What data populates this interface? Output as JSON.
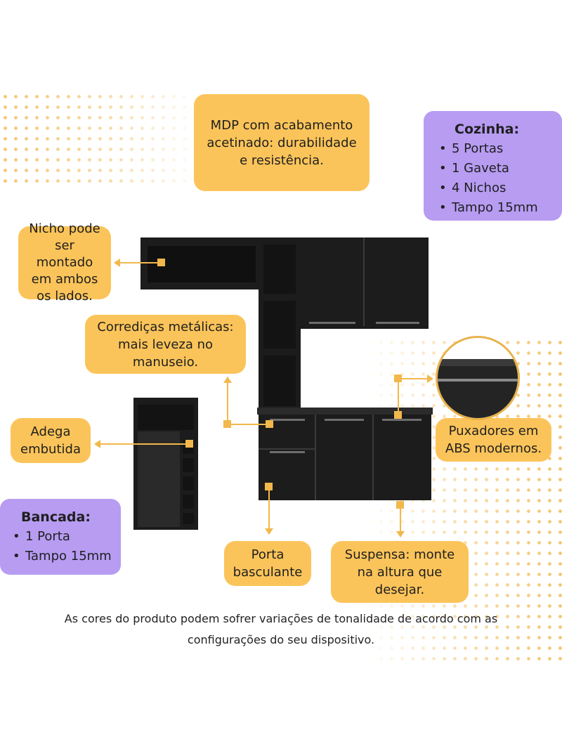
{
  "callouts": {
    "mdp": [
      "MDP com acabamento",
      "acetinado: durabilidade",
      "e resistência."
    ],
    "nicho": [
      "Nicho pode",
      "ser montado",
      "em ambos",
      "os lados."
    ],
    "corredicas": [
      "Corrediças metálicas:",
      "mais leveza no",
      "manuseio."
    ],
    "adega": [
      "Adega",
      "embutida"
    ],
    "puxadores": [
      "Puxadores em",
      "ABS modernos."
    ],
    "porta_basculante": [
      "Porta",
      "basculante"
    ],
    "suspensa": [
      "Suspensa: monte",
      "na altura que",
      "desejar."
    ]
  },
  "cozinha": {
    "title": "Cozinha:",
    "items": [
      "5 Portas",
      "1 Gaveta",
      "4 Nichos",
      "Tampo 15mm"
    ]
  },
  "bancada": {
    "title": "Bancada:",
    "items": [
      "1 Porta",
      "Tampo 15mm"
    ]
  },
  "disclaimer": [
    "As cores do produto podem sofrer variações de tonalidade de acordo com as",
    "configurações do seu dispositivo."
  ],
  "colors": {
    "yellow": "#fbc45a",
    "purple": "#b79cf2",
    "furniture": "#1c1c1c",
    "accent_line": "#f2b84b"
  }
}
